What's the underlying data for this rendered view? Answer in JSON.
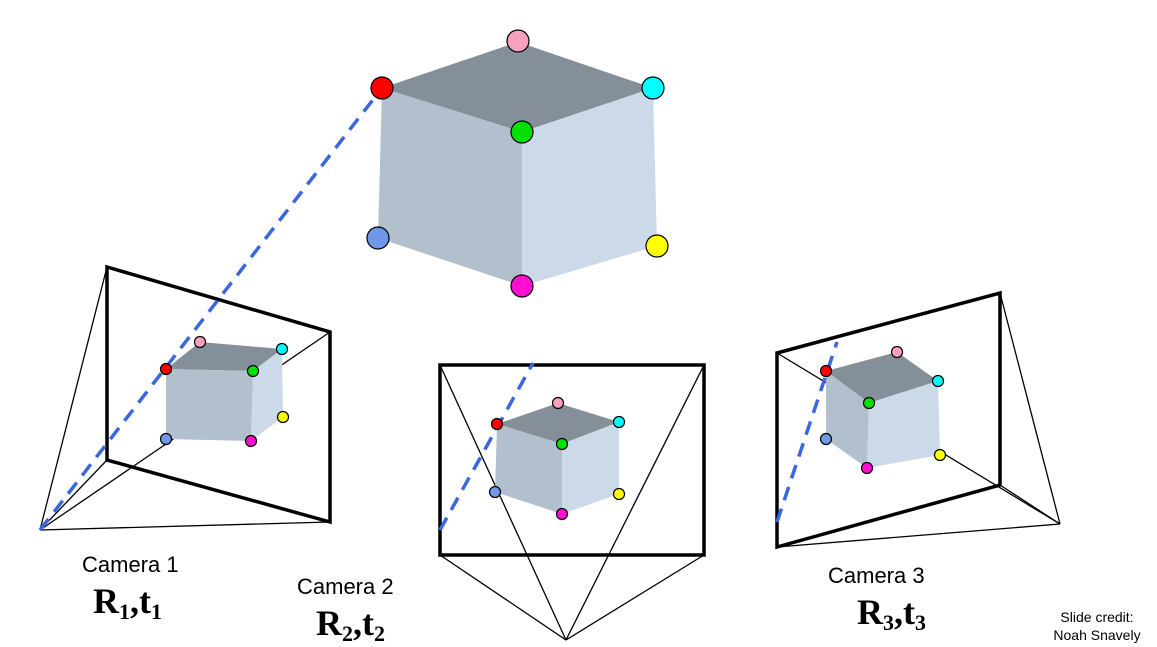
{
  "colors": {
    "top_face": "#858f99",
    "left_face": "#b2bfcd",
    "right_face": "#cbd9e8",
    "ray": "#3a66e0",
    "red": "#ff0000",
    "pink": "#f7a0c0",
    "cyan": "#00ffff",
    "green": "#00e000",
    "blue": "#6f98e8",
    "yellow": "#ffff00",
    "magenta": "#ff10d0"
  },
  "cameras": [
    {
      "label": "Camera 1",
      "R": "R",
      "R_sub": "1",
      "t": "t",
      "t_sub": "1"
    },
    {
      "label": "Camera 2",
      "R": "R",
      "R_sub": "2",
      "t": "t",
      "t_sub": "2"
    },
    {
      "label": "Camera 3",
      "R": "R",
      "R_sub": "3",
      "t": "t",
      "t_sub": "3"
    }
  ],
  "credit": {
    "line1": "Slide credit:",
    "line2": "Noah Snavely"
  }
}
